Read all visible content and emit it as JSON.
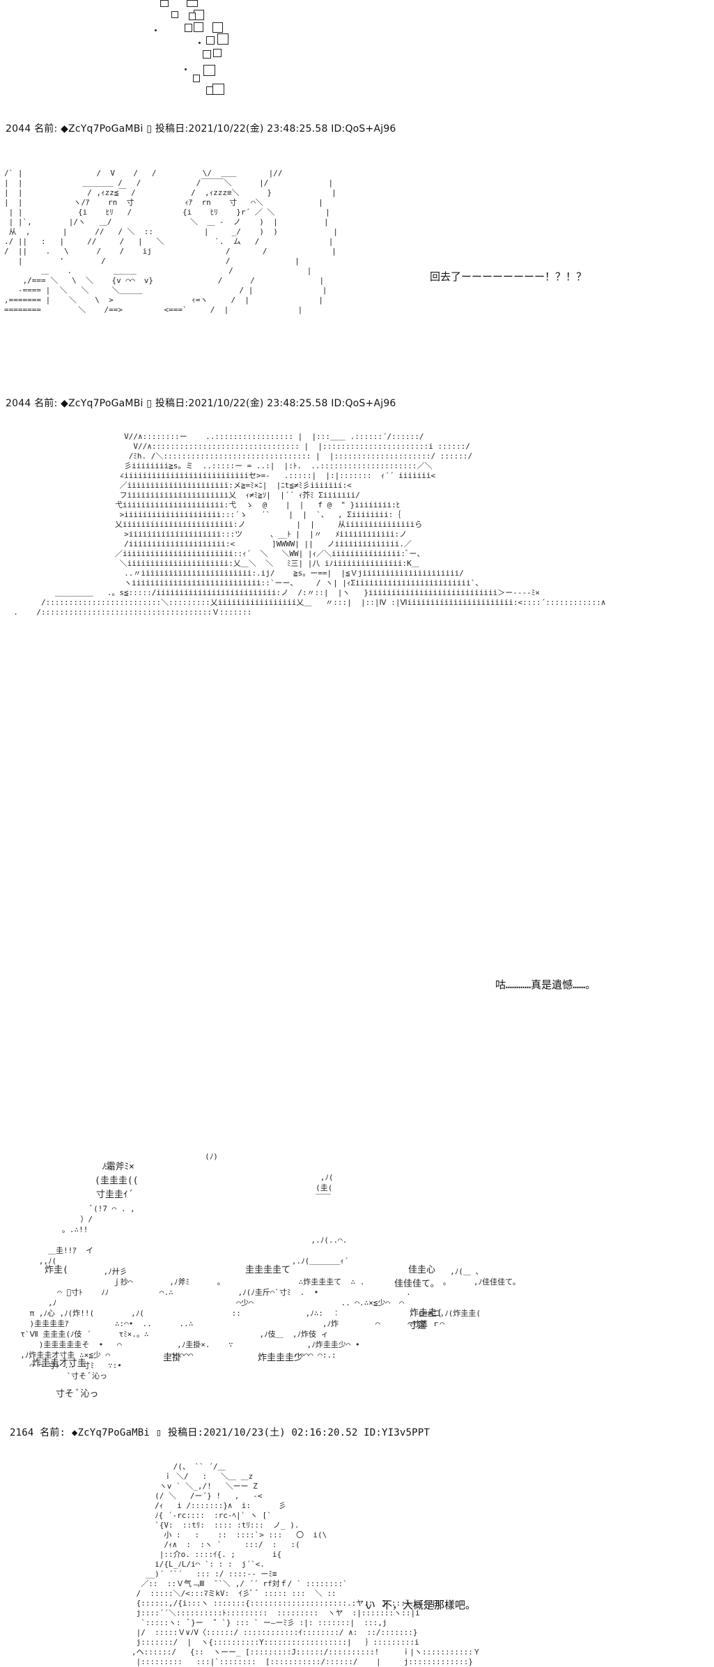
{
  "posts": [
    {
      "number": "2044",
      "name_label": "名前:",
      "trip": "◆ZcYq7PoGaMBi",
      "date_label": "投稿日:",
      "date": "2021/10/22(金) 23:48:25.58",
      "id": "ID:QoS+Aj96"
    },
    {
      "number": "2044",
      "name_label": "名前:",
      "trip": "◆ZcYq7PoGaMBi",
      "date_label": "投稿日:",
      "date": "2021/10/22(金) 23:48:25.58",
      "id": "ID:QoS+Aj96"
    },
    {
      "number": "2164",
      "name_label": "名前:",
      "trip": "◆ZcYq7PoGaMBi",
      "date_label": "投稿日:",
      "date": "2021/10/23(土) 02:16:20.52",
      "id": "ID:YI3v5PPT"
    }
  ],
  "dialogue": {
    "line1": "回去了ーーーーーーーー！？！？",
    "line2": "咕…………真是遺憾……。",
    "line3": "い 不，大概是那樣吧。"
  },
  "sfx": {
    "row1": "ﾉ霜斧ﾐ×",
    "row2": "(圭圭圭((",
    "row3": "寸圭圭ｲ´",
    "row4": "炸圭(",
    "row5": "佳圭心",
    "row6": "佳佳佳て。",
    "row7": "炸圭圭(",
    "row8": "寸筵",
    "row9": "炸圭圭圭少",
    "row10": "圭圭圭圭て",
    "row11": "炸圭圭才寸圭",
    "row12": "圭掛",
    "row13": "寸そ ﾞ沁っ"
  }
}
